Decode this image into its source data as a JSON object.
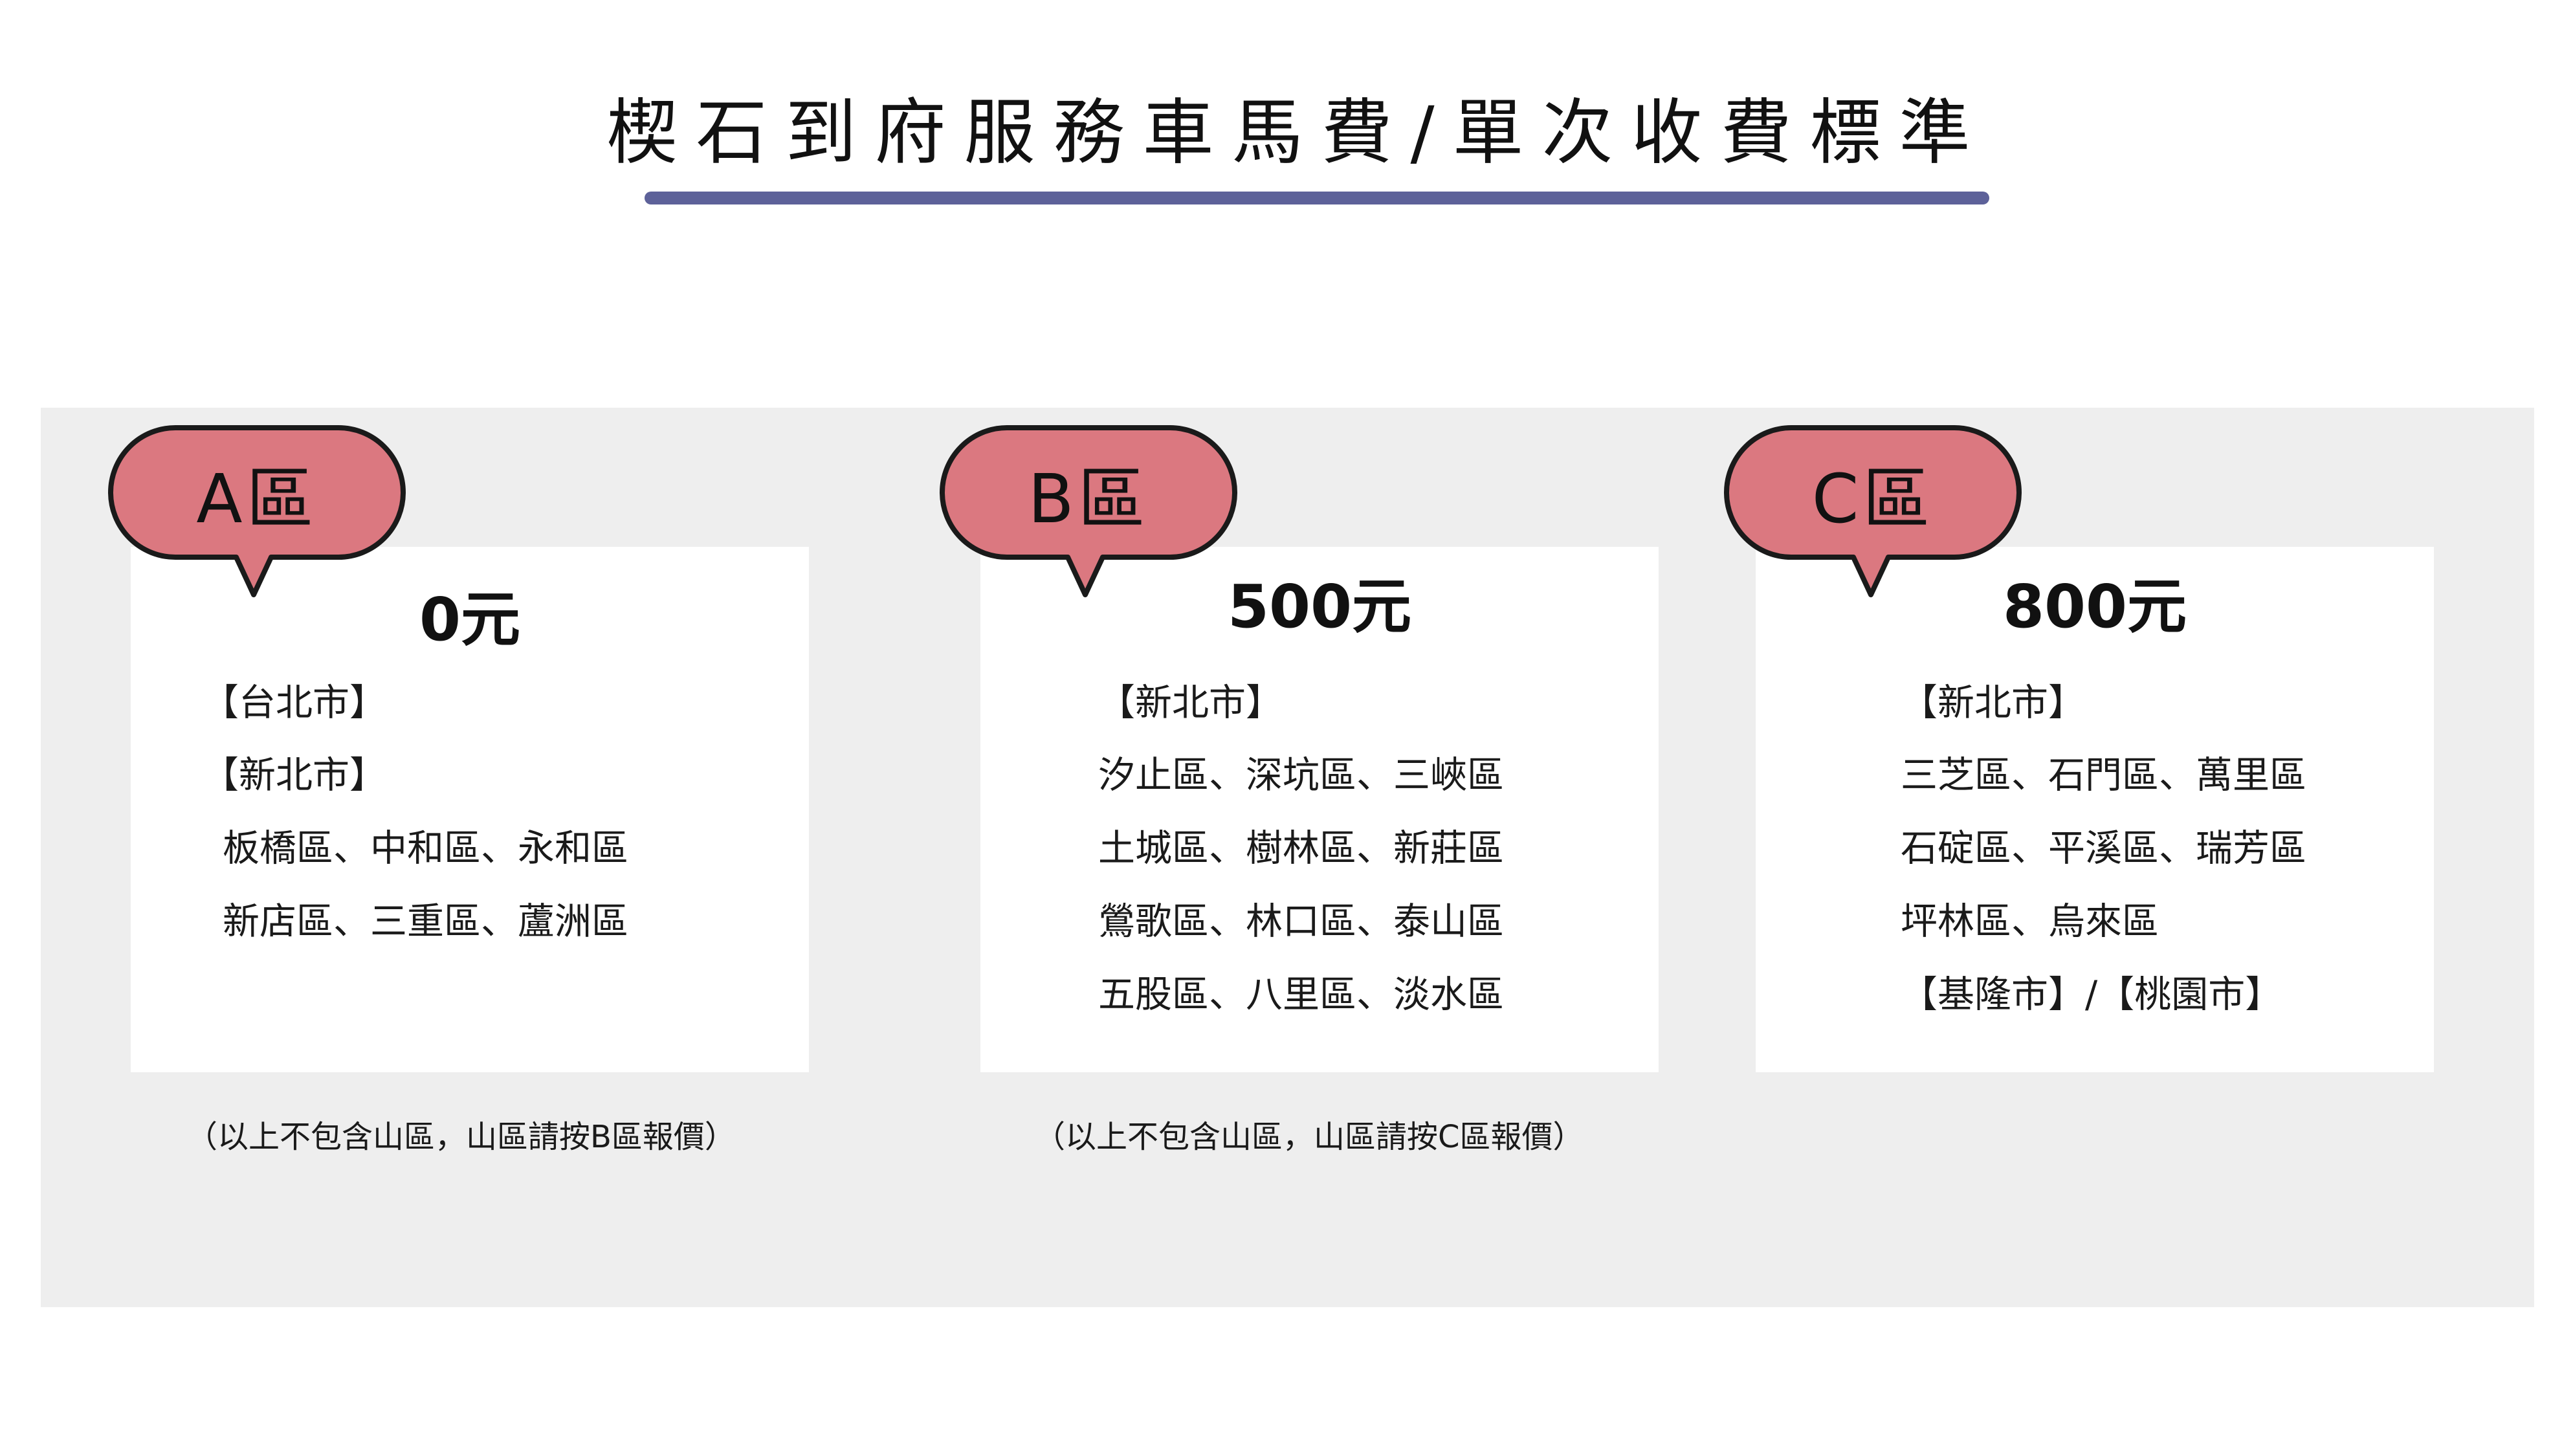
{
  "title": "楔石到府服務車馬費/單次收費標準",
  "colors": {
    "title_underline": "#5d6199",
    "panel_bg": "#eeeeee",
    "bubble_fill": "#db7880",
    "bubble_stroke": "#1a1a1a"
  },
  "zones": [
    {
      "label": "A區",
      "price": "0元",
      "lines": [
        "【台北市】",
        "【新北市】",
        "板橋區、中和區、永和區",
        "新店區、三重區、蘆洲區"
      ],
      "note": "（以上不包含山區，山區請按B區報價）"
    },
    {
      "label": "B區",
      "price": "500元",
      "lines": [
        "【新北市】",
        "汐止區、深坑區、三峽區",
        "土城區、樹林區、新莊區",
        "鶯歌區、林口區、泰山區",
        "五股區、八里區、淡水區"
      ],
      "note": "（以上不包含山區，山區請按C區報價）"
    },
    {
      "label": "C區",
      "price": "800元",
      "lines": [
        "【新北市】",
        "三芝區、石門區、萬里區",
        "石碇區、平溪區、瑞芳區",
        "坪林區、烏來區",
        "【基隆市】/【桃園市】"
      ]
    }
  ]
}
